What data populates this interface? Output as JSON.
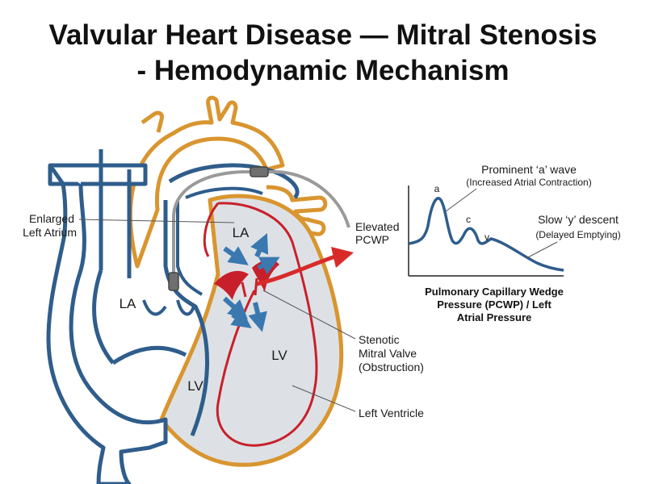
{
  "title": {
    "line1": "Valvular Heart Disease — Mitral Stenosis",
    "line2": "- Hemodynamic Mechanism"
  },
  "heart": {
    "chamber_la_outer": "LA",
    "chamber_lv_outer": "LV",
    "chamber_la_inner": "LA",
    "chamber_lv_inner": "LV"
  },
  "labels": {
    "enlarged_la_line1": "Enlarged",
    "enlarged_la_line2": "Left Atrium",
    "elevated_pcwp_line1": "Elevated",
    "elevated_pcwp_line2": "PCWP",
    "stenotic_line1": "Stenotic",
    "stenotic_line2": "Mitral Valve",
    "stenotic_line3": "(Obstruction)",
    "left_ventricle": "Left Ventricle"
  },
  "waveform": {
    "a_wave_title": "Prominent ‘a’ wave",
    "a_wave_sub": "(Increased Atrial Contraction)",
    "y_descent_title": "Slow ‘y’ descent",
    "y_descent_sub": "(Delayed Emptying)",
    "peak_a": "a",
    "peak_c": "c",
    "peak_v": "v",
    "caption_line1": "Pulmonary Capillary Wedge",
    "caption_line2": "Pressure (PCWP) / Left",
    "caption_line3": "Atrial Pressure"
  },
  "colors": {
    "vessel_blue": "#2f5d8c",
    "aorta_orange": "#d9952f",
    "myocardium_red": "#c8202a",
    "flow_arrow_blue": "#3a78b0",
    "ejection_arrow_red": "#d92a2a",
    "wall_fill": "#dde1e5",
    "catheter_gray": "#9a9a9a"
  }
}
